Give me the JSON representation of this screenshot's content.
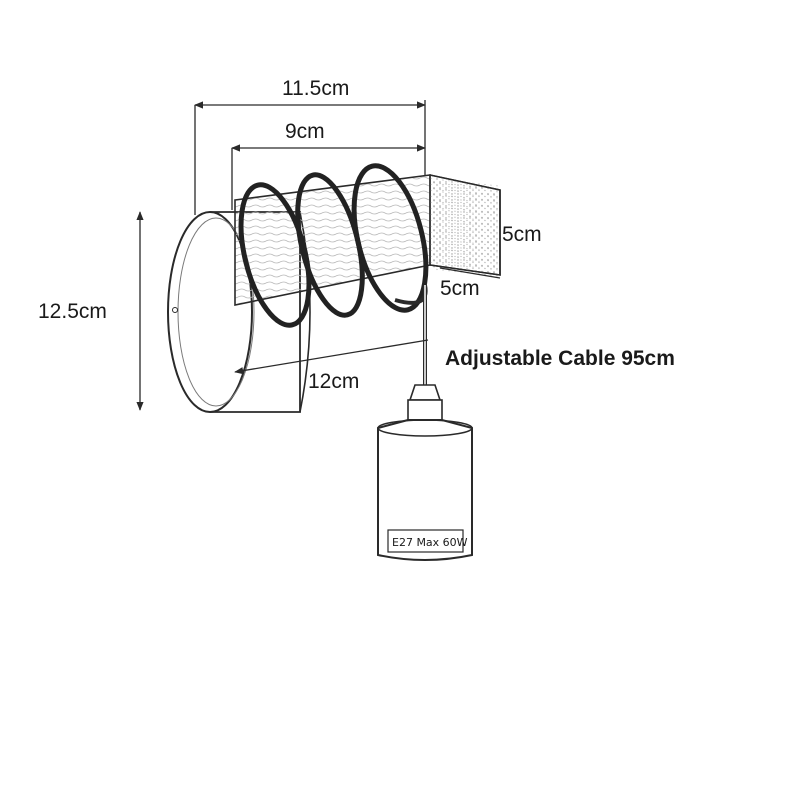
{
  "dimensions": {
    "overall_width": "11.5cm",
    "beam_length": "9cm",
    "beam_height": "5cm",
    "beam_width": "5cm",
    "overall_height": "12.5cm",
    "base_diameter": "12cm"
  },
  "cable_label": "Adjustable Cable 95cm",
  "socket_label": "E27 Max 60W"
}
